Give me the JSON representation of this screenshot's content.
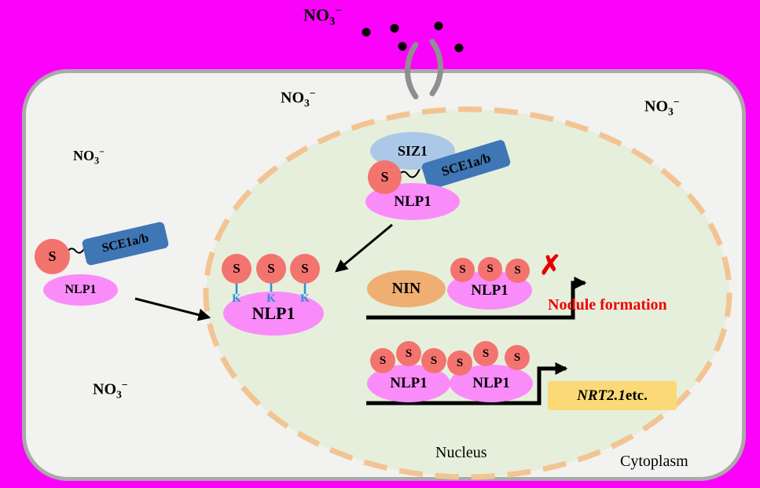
{
  "labels": {
    "no3": {
      "base": "NO",
      "sub": "3",
      "sup": "−"
    },
    "siz1": "SIZ1",
    "sce1ab": "SCE1a/b",
    "nlp1": "NLP1",
    "sumo": "S",
    "lysine": "K",
    "nin": "NIN",
    "nodule_formation": "Nodule formation",
    "nrt21": "NRT2.1",
    "etc": " etc.",
    "nucleus": "Nucleus",
    "cytoplasm": "Cytoplasm"
  },
  "icons": {
    "inhibition_cross": "✗"
  },
  "colors": {
    "background": "#fb02fb",
    "cell_fill": "#f2f2f0",
    "cell_border": "#a9a9a9",
    "nucleus_fill": "#e6efdc",
    "nucleus_border": "#f3c493",
    "sumo_circle": "#f3736f",
    "nlp1_pink": "#fa8cfa",
    "siz1_blue": "#abc8e8",
    "sce_blue": "#3f76b5",
    "nin_orange": "#efae72",
    "nrt_box_yellow": "#fbd977",
    "inhibition_red": "#e80000",
    "lysine_blue": "#2a8fd8",
    "line_black": "#000000",
    "channel_gray": "#8f8f8f"
  }
}
